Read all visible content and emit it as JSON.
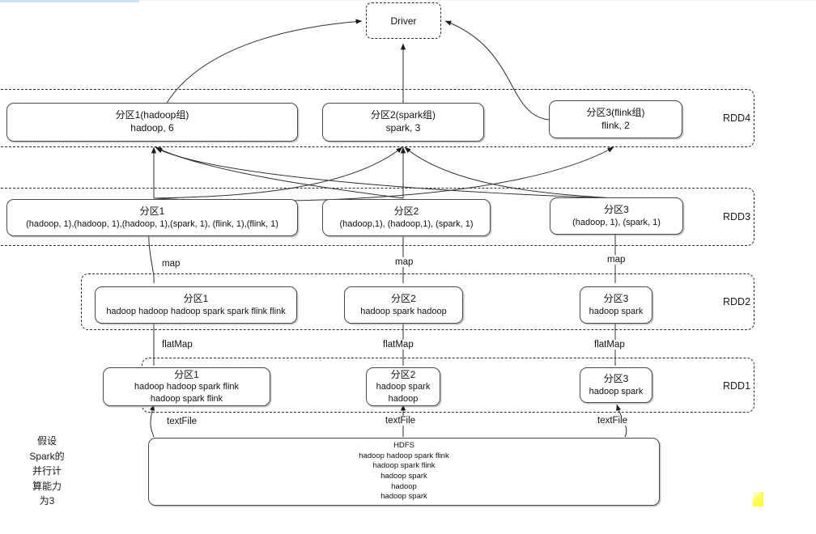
{
  "diagram": {
    "title_note": "假设\nSpark的\n并行计\n算能力\n为3",
    "side_note_lines": [
      "假设",
      "Spark的",
      "并行计",
      "算能力",
      "为3"
    ],
    "driver": {
      "label": "Driver"
    }
  },
  "stages": {
    "rdd4": {
      "label": "RDD4",
      "partitions": [
        {
          "title": "分区1(hadoop组)",
          "value": "hadoop, 6"
        },
        {
          "title": "分区2(spark组)",
          "value": "spark, 3"
        },
        {
          "title": "分区3(flink组)",
          "value": "flink, 2"
        }
      ]
    },
    "rdd3": {
      "label": "RDD3",
      "partitions": [
        {
          "title": "分区1",
          "value": "(hadoop, 1),(hadoop, 1),(hadoop, 1),(spark, 1), (flink, 1),(flink, 1)"
        },
        {
          "title": "分区2",
          "value": "(hadoop,1), (hadoop,1), (spark, 1)"
        },
        {
          "title": "分区3",
          "value": "(hadoop, 1), (spark, 1)"
        }
      ]
    },
    "rdd2": {
      "label": "RDD2",
      "partitions": [
        {
          "title": "分区1",
          "value": "hadoop hadoop hadoop spark spark flink flink"
        },
        {
          "title": "分区2",
          "value": "hadoop spark hadoop"
        },
        {
          "title": "分区3",
          "value": "hadoop spark"
        }
      ]
    },
    "rdd1": {
      "label": "RDD1",
      "partitions": [
        {
          "title": "分区1",
          "line1": "hadoop hadoop spark flink",
          "line2": "hadoop spark flink"
        },
        {
          "title": "分区2",
          "line1": "hadoop spark",
          "line2": "hadoop"
        },
        {
          "title": "分区3",
          "line1": "hadoop spark",
          "line2": ""
        }
      ]
    }
  },
  "source": {
    "name": "HDFS",
    "lines": [
      "hadoop hadoop spark flink",
      "hadoop spark flink",
      "hadoop spark",
      "hadoop",
      "hadoop spark"
    ]
  },
  "operators": {
    "map": [
      "map",
      "map",
      "map"
    ],
    "flatMap": [
      "flatMap",
      "flatMap",
      "flatMap"
    ],
    "textFile": [
      "textFile",
      "textFile",
      "textFile"
    ]
  },
  "colors": {
    "stroke": "#4a4a4a",
    "dashed": "#2b2b2b",
    "accent_bar": "#cfe0f7",
    "highlight": "#ffff33"
  }
}
